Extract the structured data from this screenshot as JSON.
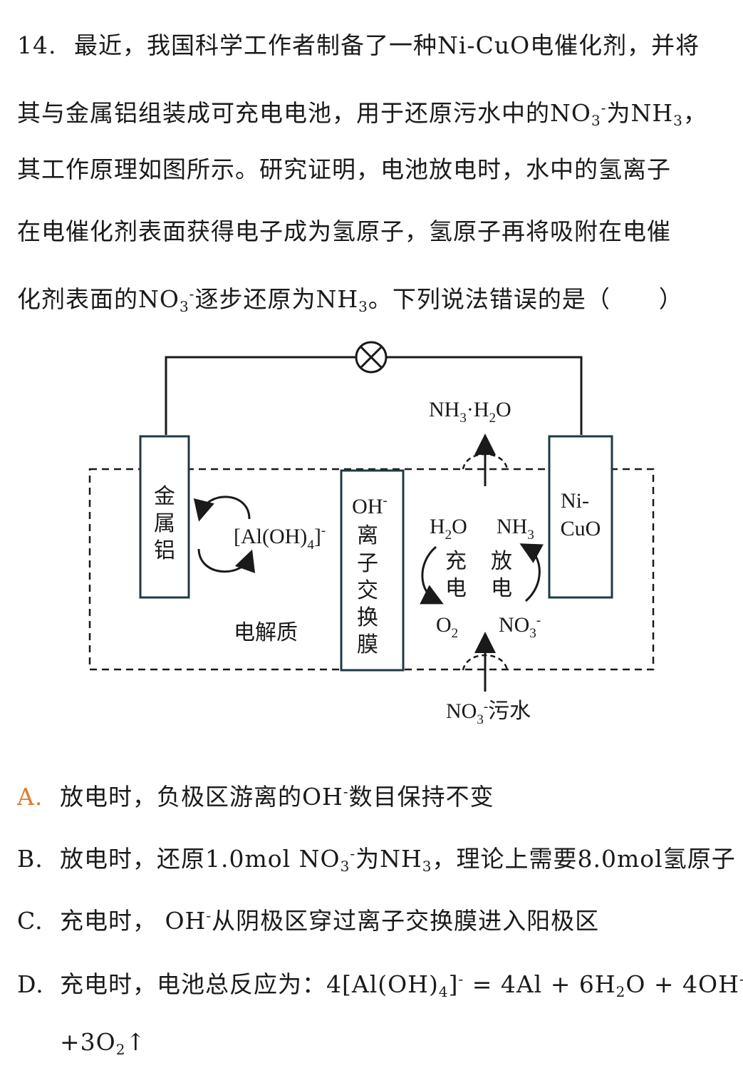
{
  "question": {
    "number": "14.",
    "line1": "最近，我国科学工作者制备了一种Ni-CuO电催化剂，并将",
    "line2": {
      "a": "其与金属铝组装成可充电电池，用于还原污水中的NO",
      "sub": "3",
      "sup": "-",
      "b": "为NH",
      "sub2": "3",
      "c": "，"
    },
    "line3": "其工作原理如图所示。研究证明，电池放电时，水中的氢离子",
    "line4": "在电催化剂表面获得电子成为氢原子，氢原子再将吸附在电催",
    "line5": {
      "a": "化剂表面的NO",
      "sub": "3",
      "sup": "-",
      "b": "逐步还原为NH",
      "sub2": "3",
      "c": "。下列说法错误的是（　　）"
    }
  },
  "diagram": {
    "left_electrode": [
      "金",
      "属",
      "铝"
    ],
    "right_electrode": [
      "Ni-",
      "CuO"
    ],
    "membrane": [
      "OH",
      "离",
      "子",
      "交",
      "换",
      "膜"
    ],
    "membrane_sup": "-",
    "aluminate": {
      "a": "[Al(OH)",
      "sub": "4",
      "b": "]",
      "sup": "-"
    },
    "electrolyte": "电解质",
    "product_top": {
      "a": "NH",
      "sub": "3",
      "b": "·H",
      "sub2": "2",
      "c": "O"
    },
    "h2o": {
      "a": "H",
      "sub": "2",
      "b": "O"
    },
    "nh3": {
      "a": "NH",
      "sub": "3"
    },
    "o2": {
      "a": "O",
      "sub": "2"
    },
    "no3": {
      "a": "NO",
      "sub": "3",
      "sup": "-"
    },
    "charge": [
      "充",
      "电"
    ],
    "discharge": [
      "放",
      "电"
    ],
    "inlet": {
      "a": "NO",
      "sub": "3",
      "sup": "-",
      "b": "污水"
    },
    "colors": {
      "electrode_border": "#1f3a44",
      "line": "#1a1a1a"
    }
  },
  "options": [
    {
      "letter": "A.",
      "text": {
        "a": "放电时，负极区游离的OH",
        "sup": "-",
        "b": "数目保持不变"
      }
    },
    {
      "letter": "B.",
      "text": {
        "a": "放电时，还原1.0mol NO",
        "sub": "3",
        "sup": "-",
        "b": "为NH",
        "sub2": "3",
        "c": "，理论上需要8.0mol氢原子"
      }
    },
    {
      "letter": "C.",
      "text": {
        "a": "充电时， OH",
        "sup": "-",
        "b": "从阴极区穿过离子交换膜进入阳极区"
      }
    },
    {
      "letter": "D.",
      "text": {
        "a": "充电时，电池总反应为：4[Al(OH)",
        "sub": "4",
        "b": "]",
        "sup": "-",
        "c": " = 4Al + 6H",
        "sub2": "2",
        "d": "O + 4OH",
        "sup2": "-"
      }
    },
    {
      "letter": "",
      "text": {
        "a": "+3O",
        "sub": "2",
        "b": "↑"
      }
    }
  ],
  "highlight_color": "#e07a2f"
}
